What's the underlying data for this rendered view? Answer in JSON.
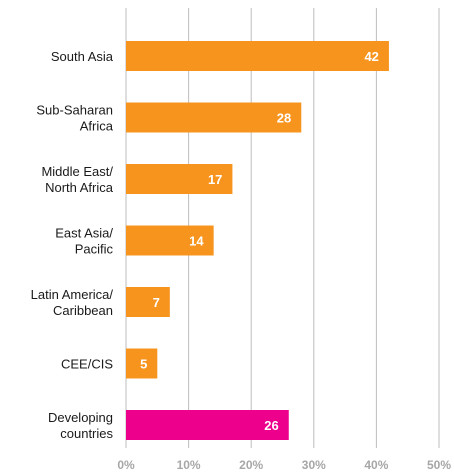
{
  "chart_data": {
    "type": "bar",
    "orientation": "horizontal",
    "categories": [
      [
        "South Asia"
      ],
      [
        "Sub-Saharan",
        "Africa"
      ],
      [
        "Middle East/",
        "North Africa"
      ],
      [
        "East Asia/",
        "Pacific"
      ],
      [
        "Latin America/",
        "Caribbean"
      ],
      [
        "CEE/CIS"
      ],
      [
        "Developing",
        "countries"
      ]
    ],
    "values": [
      42,
      28,
      17,
      14,
      7,
      5,
      26
    ],
    "value_labels": [
      "42",
      "28",
      "17",
      "14",
      "7",
      "5",
      "26"
    ],
    "xticks": [
      "0%",
      "10%",
      "20%",
      "30%",
      "40%",
      "50%"
    ],
    "xtick_values": [
      0,
      10,
      20,
      30,
      40,
      50
    ],
    "xlim": [
      0,
      50
    ],
    "grid": "vertical",
    "colors": {
      "bar": "#f7941d",
      "highlight_bar": "#ec008c",
      "grid": "#bdbdbd",
      "tick_text": "#a7a7a7",
      "label_text": "#1a1a1a",
      "value_text": "#ffffff"
    },
    "highlight_index": 6
  }
}
